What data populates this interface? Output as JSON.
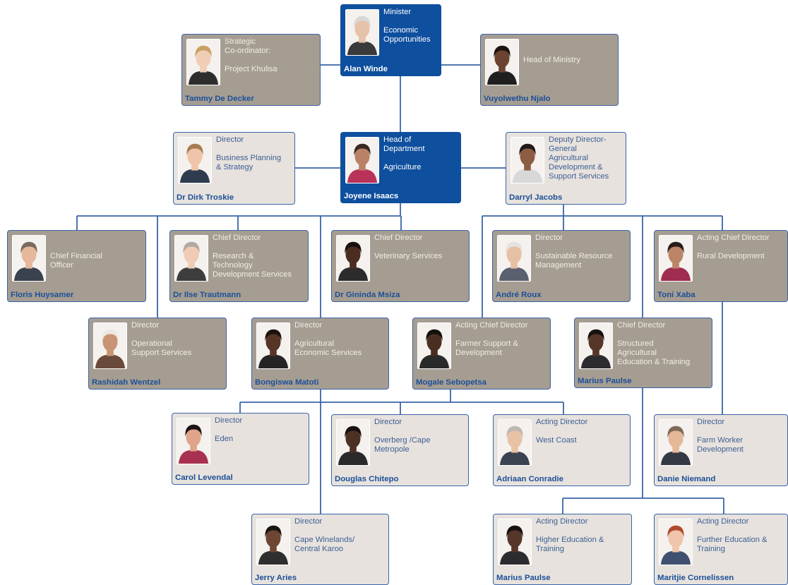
{
  "people": {
    "winde": {
      "title": "Minister\n\nEconomic\nOpportunities",
      "name": "Alan Winde"
    },
    "decker": {
      "title": "Strategic\nCo-ordinator:\n\nProject Khulisa",
      "name": "Tammy De Decker"
    },
    "njalo": {
      "title": "\n\nHead of Ministry",
      "name": "Vuyolwethu Njalo"
    },
    "isaacs": {
      "title": "Head of\nDepartment\n\nAgriculture",
      "name": "Joyene Isaacs"
    },
    "troskie": {
      "title": "Director\n\nBusiness Planning\n& Strategy",
      "name": "Dr Dirk Troskie"
    },
    "jacobs": {
      "title": "Deputy Director-\nGeneral\nAgricultural\nDevelopment &\nSupport Services",
      "name": "Darryl Jacobs"
    },
    "huysamer": {
      "title": "\n\nChief Financial\nOfficer",
      "name": "Floris Huysamer"
    },
    "trautmann": {
      "title": "Chief Director\n\nResearch &\nTechnology\nDevelopment Services",
      "name": "Dr Ilse Trautmann"
    },
    "msiza": {
      "title": "Chief Director\n\nVeterinary Services",
      "name": "Dr Gininda Msiza"
    },
    "roux": {
      "title": "Director\n\nSustainable Resource\nManagement",
      "name": "André Roux"
    },
    "xaba": {
      "title": "Acting Chief Director\n\nRural Development",
      "name": "Toni Xaba"
    },
    "wentzel": {
      "title": "Director\n\nOperational\nSupport Services",
      "name": "Rashidah Wentzel"
    },
    "matoti": {
      "title": "Director\n\nAgricultural\nEconomic Services",
      "name": "Bongiswa Matoti"
    },
    "sebopetsa": {
      "title": "Acting Chief Director\n\nFarmer Support &\nDevelopment",
      "name": "Mogale Sebopetsa"
    },
    "paulse1": {
      "title": "Chief Director\n\nStructured\nAgricultural\nEducation & Training",
      "name": "Marius Paulse"
    },
    "levendal": {
      "title": "Director\n\nEden",
      "name": "Carol Levendal"
    },
    "chitepo": {
      "title": "Director\n\nOverberg /Cape\nMetropole",
      "name": "Douglas Chitepo"
    },
    "conradie": {
      "title": "Acting Director\n\nWest Coast",
      "name": "Adriaan Conradie"
    },
    "niemand": {
      "title": "Director\n\nFarm Worker\nDevelopment",
      "name": "Danie Niemand"
    },
    "aries": {
      "title": "Director\n\nCape Winelands/\nCentral Karoo",
      "name": "Jerry Aries"
    },
    "paulse2": {
      "title": "Acting Director\n\nHigher Education &\nTraining",
      "name": "Marius Paulse"
    },
    "cornelissen": {
      "title": "Acting Director\n\nFurther Education &\nTraining",
      "name": "Maritjie Cornelissen"
    }
  },
  "colors": {
    "ministry_blue": "#0e4f9e",
    "card_taupe": "#a59d92",
    "card_light": "#e7e2dd",
    "connector": "#3a64a8"
  }
}
